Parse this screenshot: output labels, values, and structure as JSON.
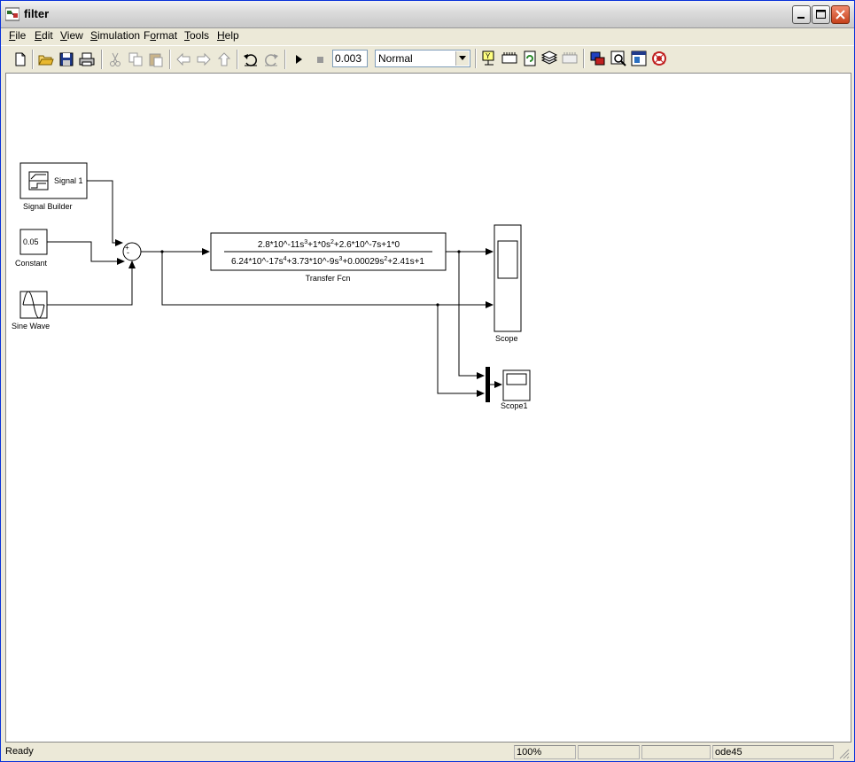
{
  "window": {
    "title": "filter"
  },
  "menu": [
    "File",
    "Edit",
    "View",
    "Simulation",
    "Format",
    "Tools",
    "Help"
  ],
  "menu_mnemonics": [
    "F",
    "E",
    "V",
    "S",
    "o",
    "T",
    "H"
  ],
  "toolbar": {
    "stop_time": "0.003",
    "sim_mode": "Normal"
  },
  "blocks": {
    "signal_builder": {
      "inner": "Signal 1",
      "label": "Signal Builder"
    },
    "constant": {
      "value": "0.05",
      "label": "Constant"
    },
    "sine_wave": {
      "label": "Sine Wave"
    },
    "transfer_fcn": {
      "num_parts": [
        "2.8*10^-11s",
        "3",
        "+1*0s",
        "2",
        "+2.6*10^-7s+1*0"
      ],
      "den_parts": [
        "6.24*10^-17s",
        "4",
        "+3.73*10^-9s",
        "3",
        "+0.00029s",
        "2",
        "+2.41s+1"
      ],
      "label": "Transfer Fcn"
    },
    "scope": {
      "label": "Scope"
    },
    "scope1": {
      "label": "Scope1"
    },
    "sum": {
      "signs": [
        "+",
        "-"
      ]
    }
  },
  "status": {
    "text": "Ready",
    "zoom": "100%",
    "solver": "ode45"
  }
}
